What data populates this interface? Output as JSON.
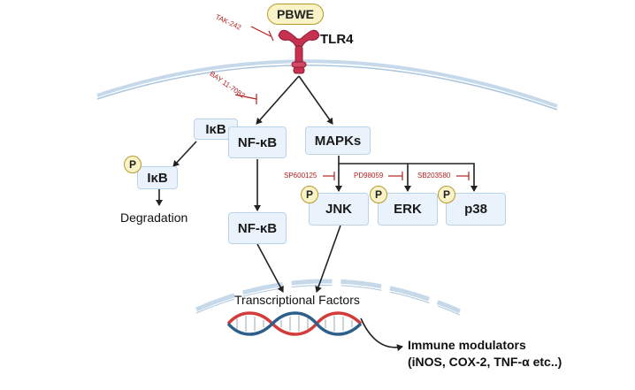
{
  "ligand": "PBWE",
  "receptor": "TLR4",
  "inhibitors": {
    "tak": "TAK-242",
    "bay": "BAY 11-7082",
    "sp": "SP600125",
    "pd": "PD98059",
    "sb": "SB203580"
  },
  "nodes": {
    "ikb_top": "IκB",
    "nfkb_top": "NF-κB",
    "mapks": "MAPKs",
    "ikb_p": "IκB",
    "nfkb_nuc": "NF-κB",
    "jnk": "JNK",
    "erk": "ERK",
    "p38": "p38"
  },
  "phospho_label": "P",
  "degradation": "Degradation",
  "transcriptional_factors": "Transcriptional Factors",
  "output": {
    "line1": "Immune modulators",
    "line2": "(iNOS, COX-2, TNF-α etc..)"
  },
  "colors": {
    "membrane": "#c5d9ea",
    "receptor": "#c8304f",
    "inhibitor": "#b32020",
    "box_fill": "#eaf3fb",
    "box_border": "#b9d3ea",
    "phospho_fill": "#fbf3c8",
    "dna_red": "#d33b3b",
    "dna_blue": "#2d5f8a"
  }
}
